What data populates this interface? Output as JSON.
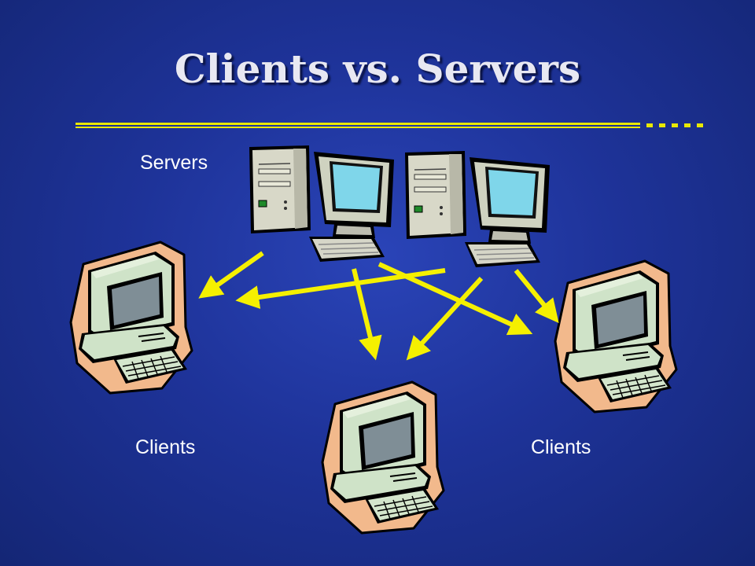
{
  "slide": {
    "title": "Clients vs. Servers",
    "servers_label": "Servers",
    "clients_label_left": "Clients",
    "clients_label_right": "Clients"
  },
  "colors": {
    "background": "#1e3399",
    "rule": "#e8e800",
    "arrow": "#f5f000",
    "client_outline": "#f2b98c"
  },
  "icons": {
    "server": "desktop-computer-icon",
    "client": "retro-terminal-computer-icon"
  }
}
